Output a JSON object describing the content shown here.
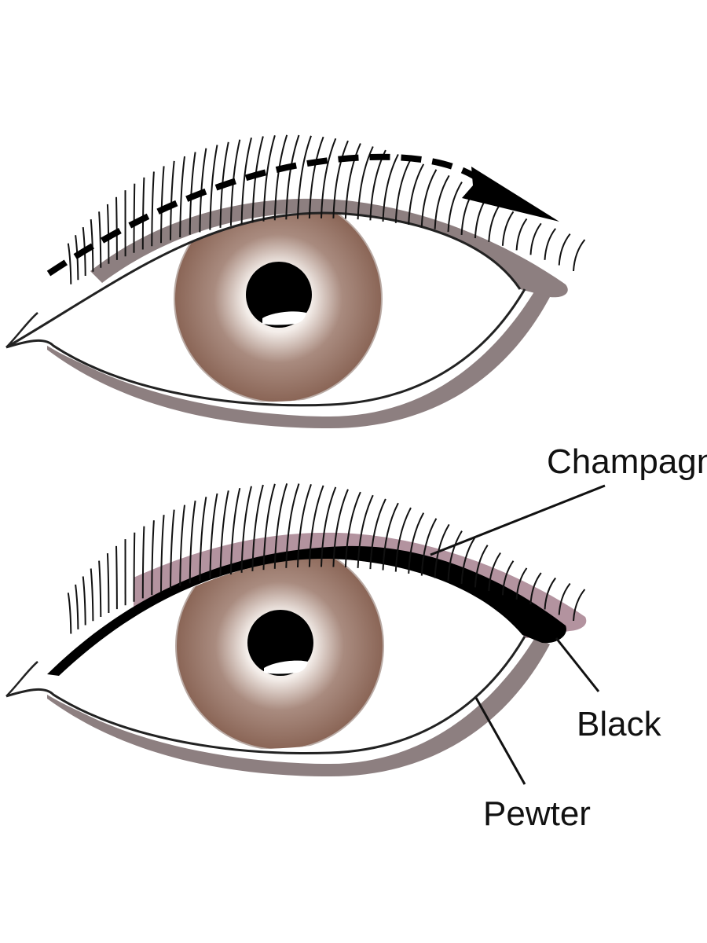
{
  "colors": {
    "iris": "#8a6556",
    "iris_light": "#f4eeea",
    "pupil": "#000000",
    "pewter": "#8d7f80",
    "champagne": "#b3939f",
    "liner": "#000000",
    "lash": "#111111"
  },
  "labels": {
    "champagne": "Champagne",
    "black": "Black",
    "pewter": "Pewter"
  }
}
